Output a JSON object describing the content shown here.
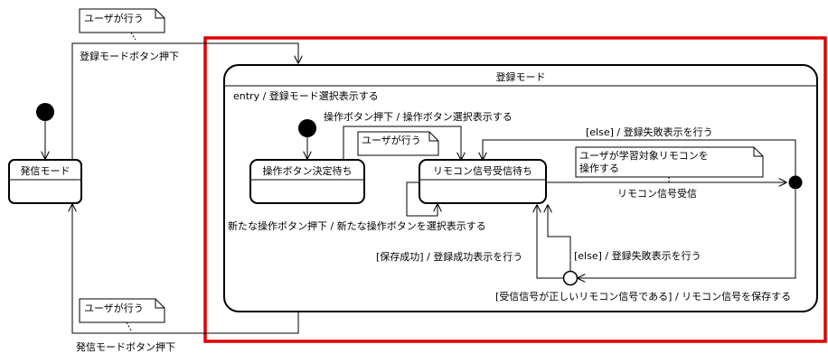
{
  "states": {
    "hasshin": "発信モード",
    "touroku": "登録モード",
    "button_wait": "操作ボタン決定待ち",
    "signal_wait": "リモコン信号受信待ち"
  },
  "entry_action": "entry / 登録モード選択表示する",
  "transitions": {
    "to_touroku": "登録モードボタン押下",
    "to_hasshin": "発信モードボタン押下",
    "button_press": "操作ボタン押下 / 操作ボタン選択表示する",
    "new_button": "新たな操作ボタン押下 / 新たな操作ボタンを選択表示する",
    "signal_recv": "リモコン信号受信",
    "else_top": "[else] / 登録失敗表示を行う",
    "else_bottom": "[else] / 登録失敗表示を行う",
    "save_success": "[保存成功] / 登録成功表示を行う",
    "correct_signal": "[受信信号が正しいリモコン信号である] / リモコン信号を保存する"
  },
  "notes": {
    "user_top": "ユーザが行う",
    "user_bottom": "ユーザが行う",
    "user_inner": "ユーザが行う",
    "learn_line1": "ユーザが学習対象リモコンを",
    "learn_line2": "操作する"
  },
  "colors": {
    "highlight": "#e00000",
    "line": "#000000"
  }
}
